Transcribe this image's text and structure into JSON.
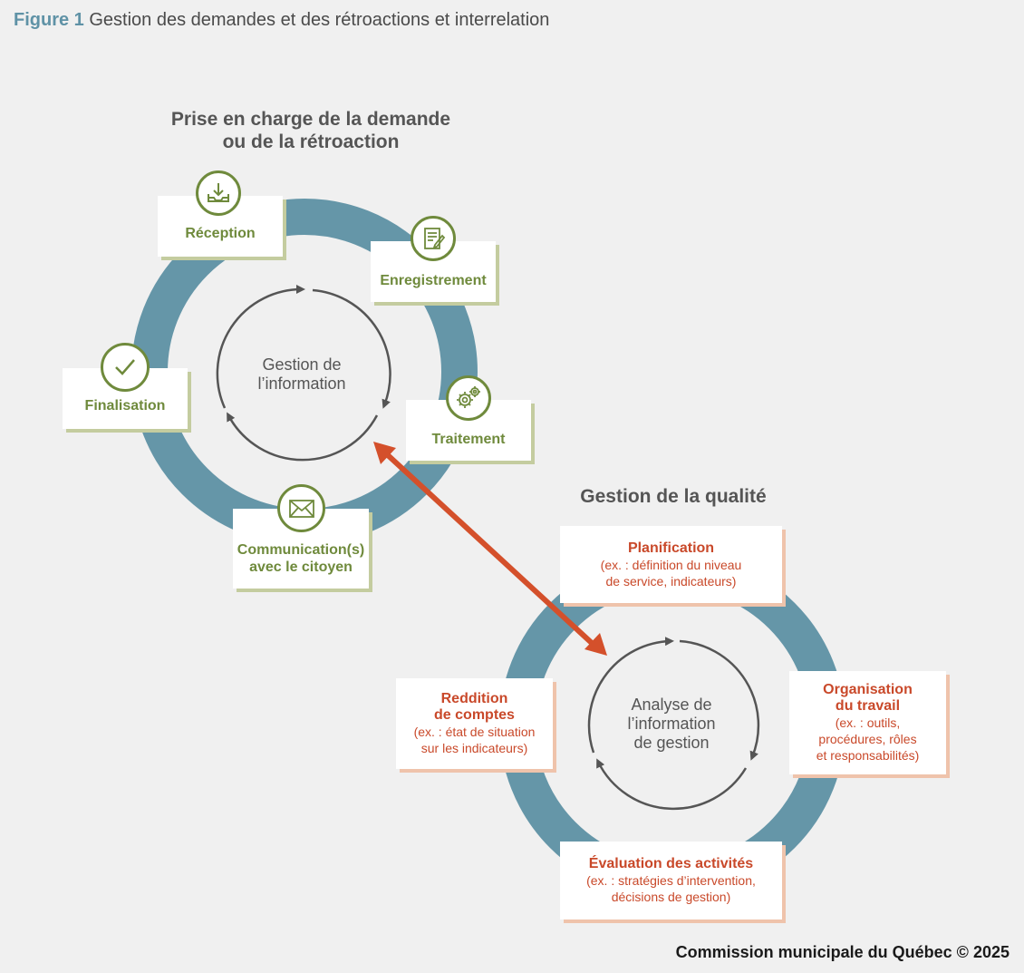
{
  "figure": {
    "number": "Figure 1",
    "title": "Gestion des demandes et des rétroactions et interrelation"
  },
  "cycle_request": {
    "heading_line1": "Prise en charge de la demande",
    "heading_line2": "ou de la rétroaction",
    "center_line1": "Gestion de",
    "center_line2": "l’information",
    "steps": [
      {
        "label": "Réception",
        "icon": "inbox-download-icon"
      },
      {
        "label": "Enregistrement",
        "icon": "document-pencil-icon"
      },
      {
        "label": "Traitement",
        "icon": "gears-icon"
      },
      {
        "label_line1": "Communication(s)",
        "label_line2": "avec le citoyen",
        "icon": "envelope-icon"
      },
      {
        "label": "Finalisation",
        "icon": "checkmark-icon"
      }
    ]
  },
  "cycle_quality": {
    "heading": "Gestion de la qualité",
    "center_line1": "Analyse de",
    "center_line2": "l’information",
    "center_line3": "de gestion",
    "steps": [
      {
        "title": "Planification",
        "detail_line1": "(ex. : définition du niveau",
        "detail_line2": "de service, indicateurs)"
      },
      {
        "title_line1": "Organisation",
        "title_line2": "du travail",
        "detail_line1": "(ex. : outils,",
        "detail_line2": "procédures, rôles",
        "detail_line3": "et responsabilités)"
      },
      {
        "title": "Évaluation des activités",
        "detail_line1": "(ex. : stratégies d’intervention,",
        "detail_line2": "décisions de gestion)"
      },
      {
        "title_line1": "Reddition",
        "title_line2": "de comptes",
        "detail_line1": "(ex. : état de situation",
        "detail_line2": "sur les indicateurs)"
      }
    ]
  },
  "footer": "Commission municipale du Québec ©  2025",
  "colors": {
    "ring": "#6596a8",
    "green": "#6f8a3c",
    "orange": "#c9492a",
    "arrow": "#d4502b",
    "inner_arrows": "#555555"
  }
}
